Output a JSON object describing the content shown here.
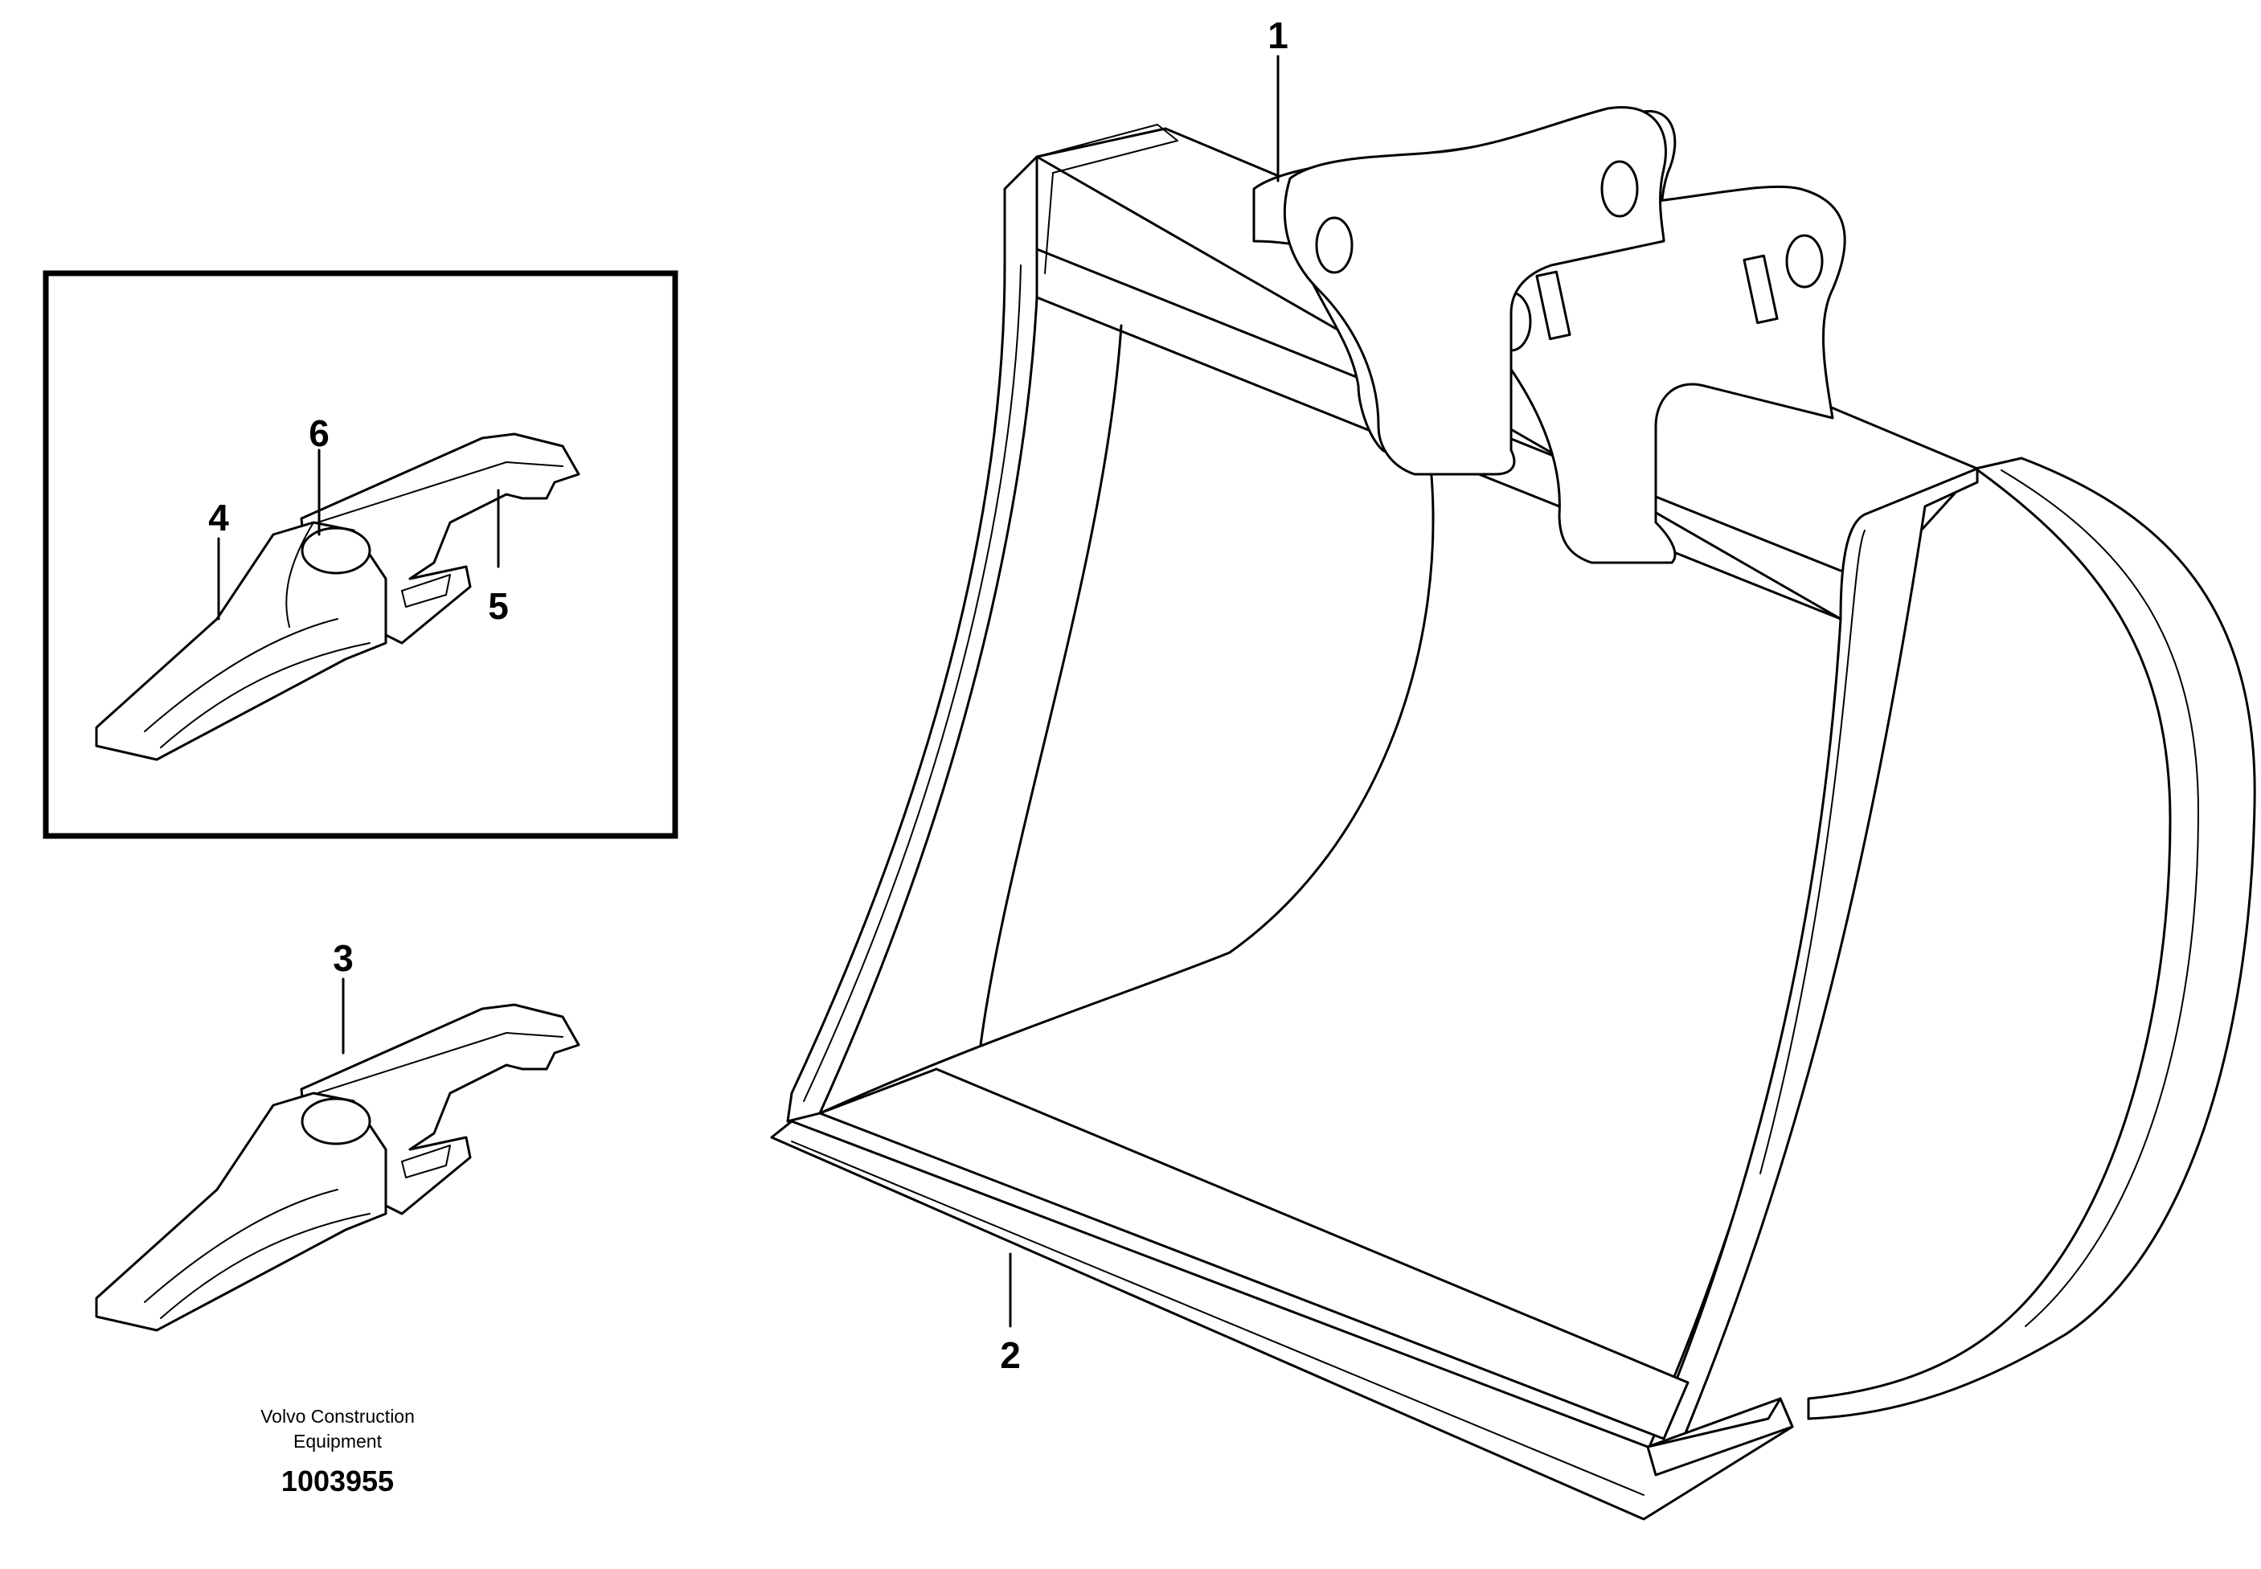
{
  "callouts": {
    "c1": "1",
    "c2": "2",
    "c3": "3",
    "c4": "4",
    "c5": "5",
    "c6": "6"
  },
  "caption": {
    "line1": "Volvo Construction",
    "line2": "Equipment",
    "doc_number": "1003955"
  }
}
